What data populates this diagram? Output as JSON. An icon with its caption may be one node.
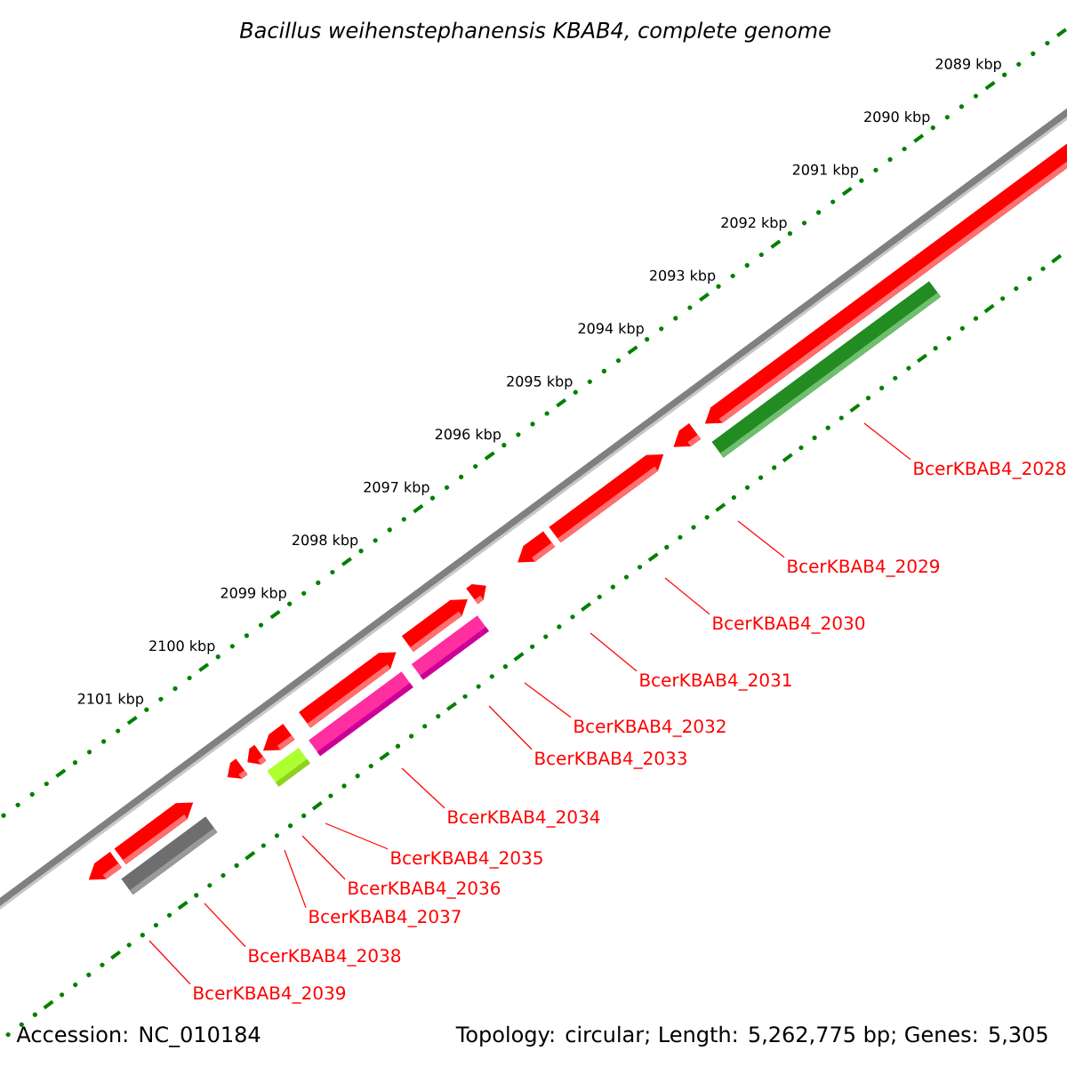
{
  "diagram": {
    "title": "Bacillus weihenstephanensis KBAB4, complete genome",
    "nodes": [
      {
        "text": [
          "BcerKBAB4_2028"
        ]
      },
      {
        "text": [
          "BcerKBAB4_2029"
        ]
      },
      {
        "text": [
          "BcerKBAB4_2030"
        ]
      },
      {
        "text": [
          "BcerKBAB4_2031"
        ]
      },
      {
        "text": [
          "BcerKBAB4_2032"
        ]
      },
      {
        "text": [
          "BcerKBAB4_2033"
        ]
      },
      {
        "text": [
          "BcerKBAB4_2034"
        ]
      },
      {
        "text": [
          "BcerKBAB4_2035"
        ]
      },
      {
        "text": [
          "BcerKBAB4_2036"
        ]
      },
      {
        "text": [
          "BcerKBAB4_2037"
        ]
      },
      {
        "text": [
          "BcerKBAB4_2038"
        ]
      },
      {
        "text": [
          "BcerKBAB4_2039"
        ]
      }
    ],
    "edges": [
      {
        "from": 0,
        "to": null,
        "arrow": "none"
      },
      {
        "from": 1,
        "to": null,
        "arrow": "none"
      },
      {
        "from": 2,
        "to": null,
        "arrow": "none"
      },
      {
        "from": 3,
        "to": null,
        "arrow": "none"
      },
      {
        "from": 4,
        "to": null,
        "arrow": "none"
      },
      {
        "from": 5,
        "to": null,
        "arrow": "none"
      },
      {
        "from": 6,
        "to": null,
        "arrow": "none"
      },
      {
        "from": 7,
        "to": null,
        "arrow": "none"
      },
      {
        "from": 8,
        "to": null,
        "arrow": "none"
      },
      {
        "from": 9,
        "to": null,
        "arrow": "none"
      },
      {
        "from": 10,
        "to": null,
        "arrow": "none"
      },
      {
        "from": 11,
        "to": null,
        "arrow": "none"
      }
    ],
    "labels": [
      "2089 kbp",
      "2090 kbp",
      "2091 kbp",
      "2092 kbp",
      "2093 kbp",
      "2094 kbp",
      "2095 kbp",
      "2096 kbp",
      "2097 kbp",
      "2098 kbp",
      "2099 kbp",
      "2100 kbp",
      "2101 kbp",
      "Accession: NC_010184",
      "Topology: circular; Length: 5,262,775 bp; Genes: 5,305"
    ]
  }
}
